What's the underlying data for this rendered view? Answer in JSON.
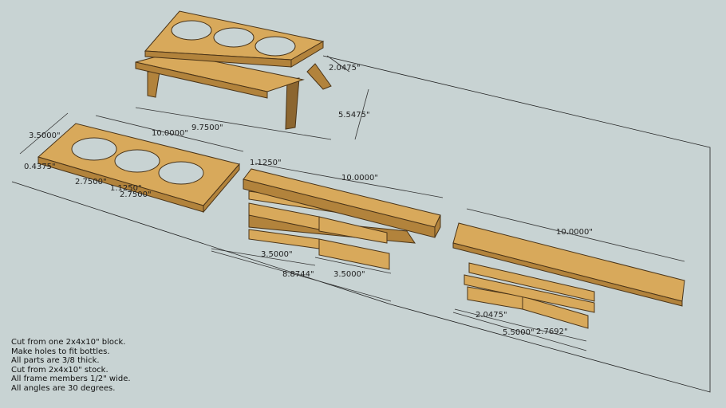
{
  "notes": [
    "Cut from one 2x4x10\" block.",
    "Make holes to fit bottles.",
    "All parts are 3/8 thick.",
    "Cut from 2x4x10\" stock.",
    "All frame members 1/2\" wide.",
    "All angles are 30 degrees."
  ],
  "dimensions": {
    "assembled_overhang": "2.0475\"",
    "assembled_height": "5.5475\"",
    "assembled_length": "9.7500\"",
    "top_width": "3.5000\"",
    "top_length": "10.0000\"",
    "top_thickness": "0.4375\"",
    "hole_spacing_1": "2.7500\"",
    "hole_gap": "1.1250\"",
    "hole_spacing_2": "2.7500\"",
    "bench_height": "1.1250\"",
    "bench_length": "10.0000\"",
    "leg_a": "3.5000\"",
    "leg_b": "3.5000\"",
    "frame_length": "8.8744\"",
    "seat_length": "10.0000\"",
    "brace_a": "2.0475\"",
    "brace_b": "2.7692\"",
    "brace_total": "5.5000\""
  },
  "colors": {
    "background": "#c8d3d3",
    "wood": "#d8a95b",
    "wood_side": "#b2833c"
  }
}
